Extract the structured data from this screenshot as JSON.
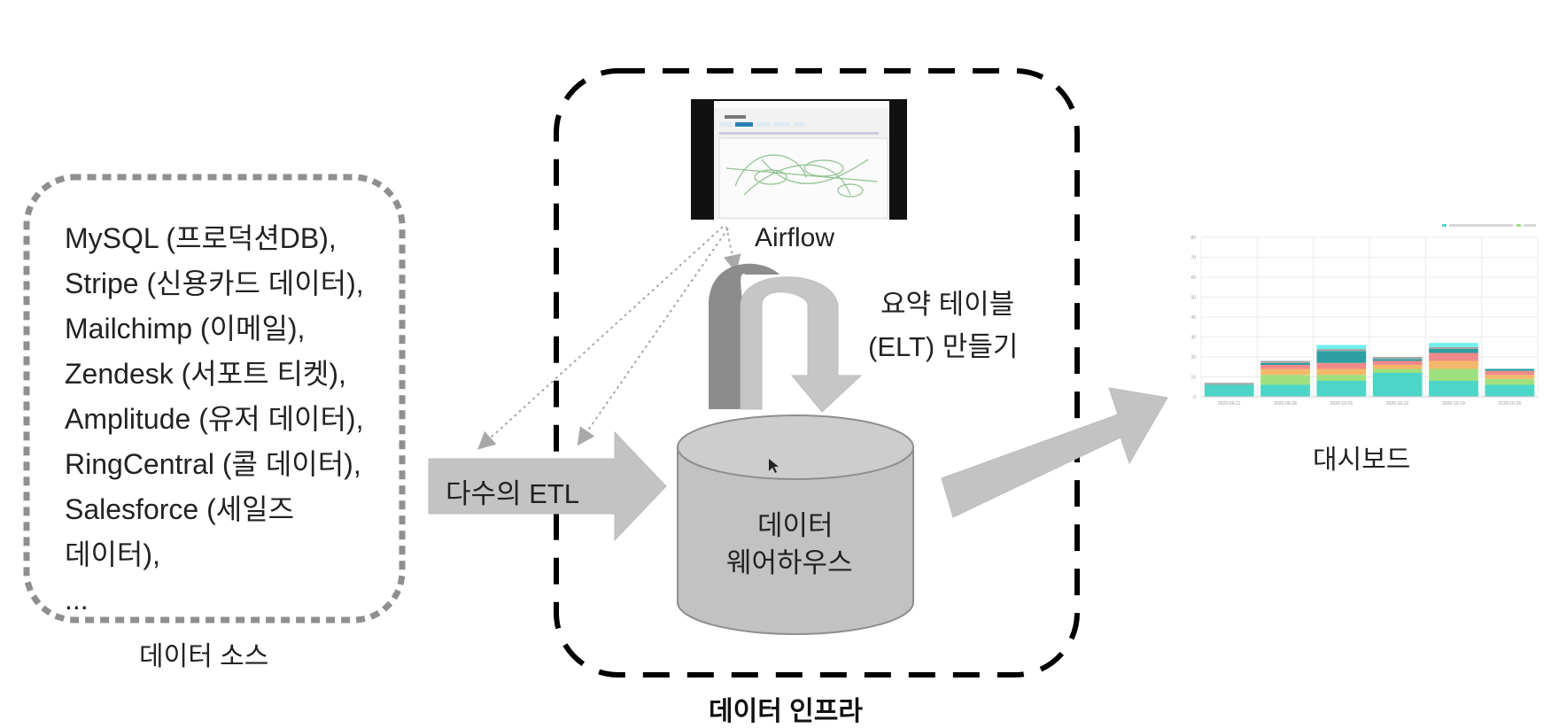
{
  "sources": {
    "items": [
      "MySQL (프로덕션DB),",
      "Stripe (신용카드 데이터),",
      "Mailchimp (이메일),",
      "Zendesk (서포트 티켓),",
      "Amplitude (유저 데이터),",
      "RingCentral (콜 데이터),",
      "Salesforce (세일즈",
      "데이터),",
      "..."
    ],
    "caption": "데이터 소스"
  },
  "etl_label": "다수의 ETL",
  "airflow": {
    "caption": "Airflow"
  },
  "elt_label_line1": "요약 테이블",
  "elt_label_line2": "(ELT) 만들기",
  "warehouse": {
    "line1": "데이터",
    "line2": "웨어하우스"
  },
  "infra_caption": "데이터 인프라",
  "dashboard": {
    "caption": "대시보드"
  },
  "chart_data": {
    "type": "bar",
    "stacked": true,
    "categories": [
      "2020-09-21",
      "2020-09-28",
      "2020-10-05",
      "2020-10-12",
      "2020-10-19",
      "2020-10-26"
    ],
    "ylim": [
      0,
      80
    ],
    "yticks": [
      "0",
      "10",
      "20",
      "30",
      "40",
      "50",
      "60",
      "70",
      "80"
    ],
    "grid": true,
    "legend_position": "top-right",
    "series": [
      {
        "color": "#4dd5c8",
        "values": [
          6,
          6,
          8,
          12,
          8,
          6
        ]
      },
      {
        "color": "#9fe07e",
        "values": [
          0,
          5,
          3,
          2,
          6,
          3
        ]
      },
      {
        "color": "#f4b86b",
        "values": [
          0,
          3,
          3,
          2,
          4,
          2
        ]
      },
      {
        "color": "#f08a8a",
        "values": [
          0,
          2,
          3,
          2,
          4,
          2
        ]
      },
      {
        "color": "#2f9ea3",
        "values": [
          0,
          1,
          6,
          1,
          2,
          1
        ]
      },
      {
        "color": "#a7a7a7",
        "values": [
          1,
          1,
          1,
          1,
          1,
          0
        ]
      },
      {
        "color": "#6ff0ee",
        "values": [
          0,
          0,
          2,
          0,
          2,
          0
        ]
      }
    ]
  }
}
